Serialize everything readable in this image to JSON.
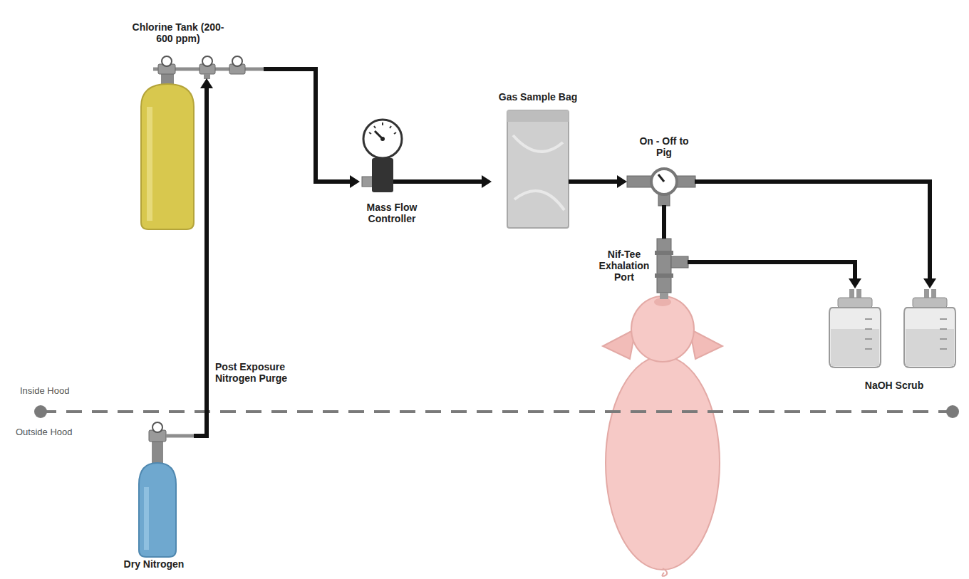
{
  "diagram": {
    "nodes": [
      {
        "text": [
          "Chlorine Tank (200-600 ppm)"
        ]
      },
      {
        "text": [
          "Mass Flow Controller"
        ]
      },
      {
        "text": [
          "Gas Sample Bag"
        ]
      },
      {
        "text": [
          "On - Off to Pig"
        ]
      },
      {
        "text": [
          "Nif-Tee Exhalation Port"
        ]
      },
      {
        "text": [
          "NaOH Scrub"
        ]
      },
      {
        "text": [
          "Dry Nitrogen"
        ]
      }
    ],
    "edges": [
      {
        "from": 0,
        "to": 1,
        "arrow": "to"
      },
      {
        "from": 6,
        "to": 0,
        "label": "Post Exposure Nitrogen Purge",
        "arrow": "to"
      },
      {
        "from": 1,
        "to": 2,
        "arrow": "to"
      },
      {
        "from": 2,
        "to": 3,
        "arrow": "to"
      },
      {
        "from": 3,
        "to": 4,
        "arrow": "none"
      },
      {
        "from": 4,
        "to": 5,
        "arrow": "to"
      },
      {
        "from": 3,
        "to": 5,
        "arrow": "to"
      }
    ],
    "labels": [
      "Inside Hood",
      "Outside Hood"
    ]
  }
}
